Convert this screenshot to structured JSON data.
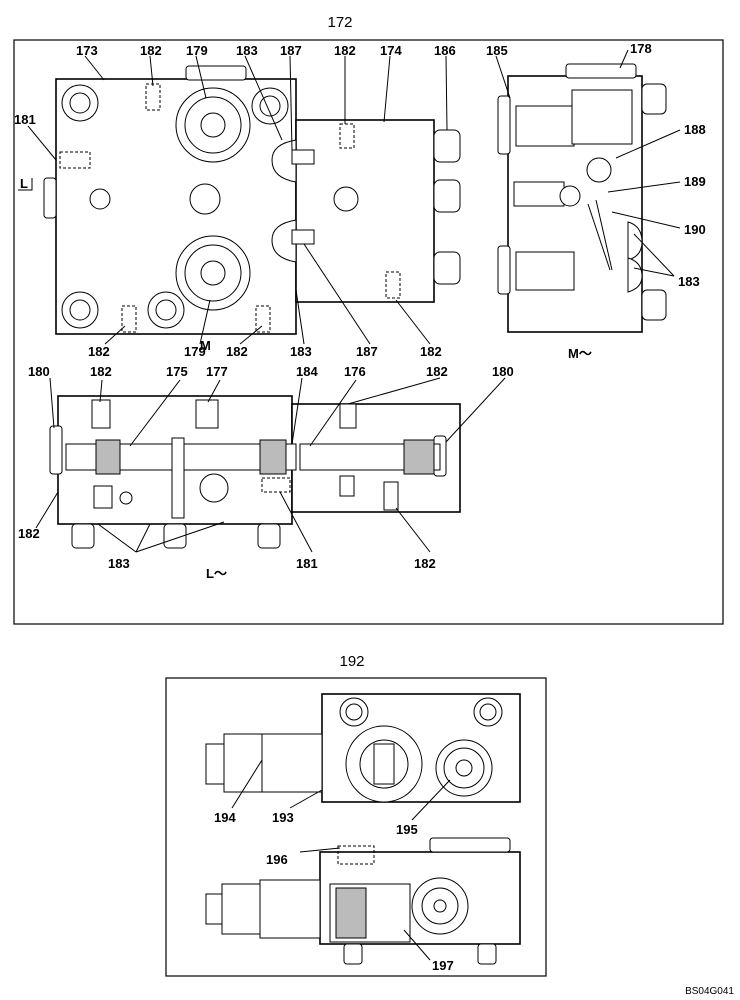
{
  "figure_top": {
    "title": "172",
    "labels": [
      "173",
      "182",
      "179",
      "183",
      "187",
      "182",
      "174",
      "186",
      "185",
      "178",
      "181",
      "188",
      "189",
      "190",
      "183",
      "182",
      "179",
      "182",
      "183",
      "187",
      "182",
      "180",
      "182",
      "175",
      "177",
      "184",
      "176",
      "182",
      "180",
      "182",
      "183",
      "181",
      "182"
    ],
    "view_markers": [
      "L",
      "M",
      "L～",
      "M～"
    ]
  },
  "figure_bottom": {
    "title": "192",
    "labels": [
      "194",
      "193",
      "195",
      "196",
      "197"
    ]
  },
  "drawing_code": "BS04G041"
}
